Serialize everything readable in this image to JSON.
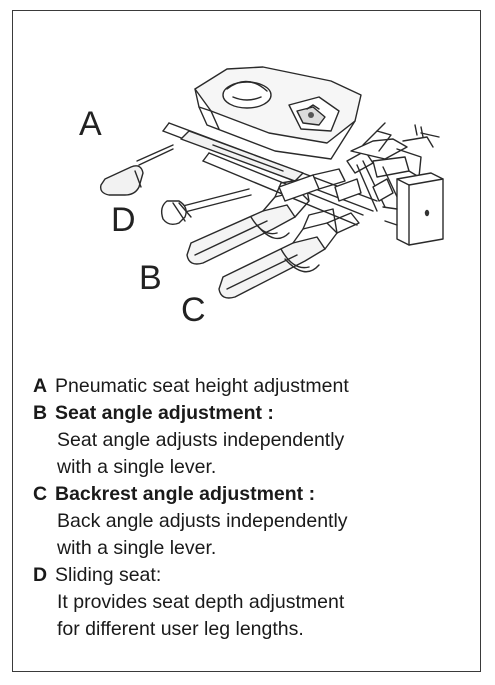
{
  "callouts": {
    "a": "A",
    "b": "B",
    "c": "C",
    "d": "D"
  },
  "legend": [
    {
      "letter": "A",
      "title": "Pneumatic seat height adjustment",
      "bold": false,
      "lines": []
    },
    {
      "letter": "B",
      "title": "Seat angle adjustment :",
      "bold": true,
      "lines": [
        "Seat angle adjusts independently",
        "with a single lever."
      ]
    },
    {
      "letter": "C",
      "title": "Backrest angle adjustment :",
      "bold": true,
      "lines": [
        "Back angle adjusts independently",
        "with a single lever."
      ]
    },
    {
      "letter": "D",
      "title": "Sliding seat:",
      "bold": false,
      "lines": [
        "It provides seat depth adjustment",
        "for different user leg lengths."
      ]
    }
  ]
}
